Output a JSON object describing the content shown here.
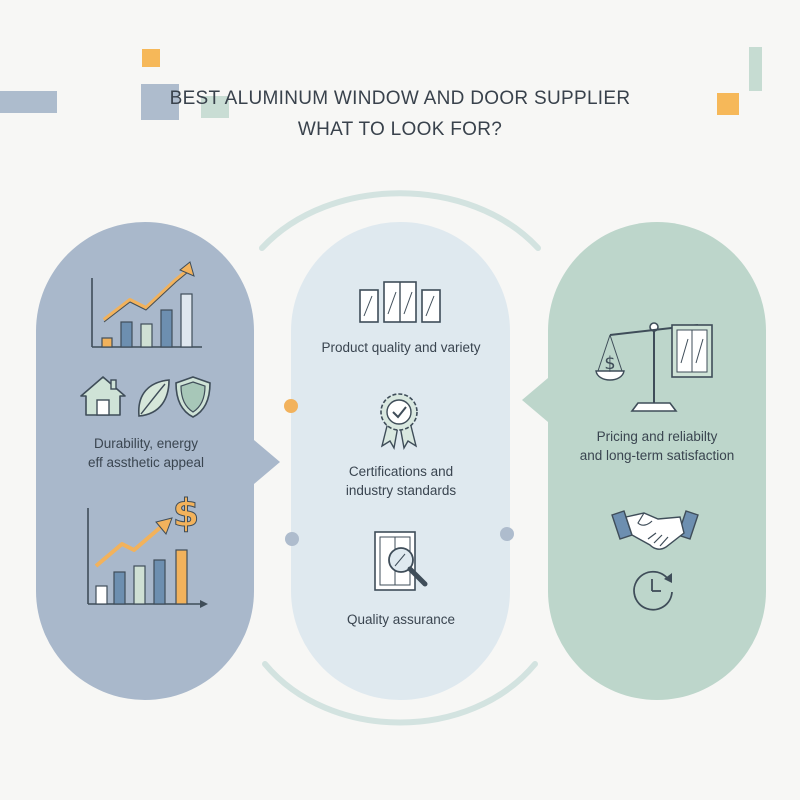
{
  "header": {
    "title_line1": "BEST ALUMINUM WINDOW AND DOOR SUPPLIER",
    "title_line2": "WHAT TO LOOK FOR?"
  },
  "colors": {
    "pill_left": "#a9b8cb",
    "pill_middle": "#dfe9ef",
    "pill_right": "#bdd6cb",
    "accent_orange": "#f2b25c",
    "accent_slate": "#a9b8cb",
    "accent_mint": "#c3dcd2",
    "icon_stroke": "#3f4d59"
  },
  "columns": {
    "left": {
      "icons": [
        "growth-chart-icon",
        "house-icon",
        "leaf-icon",
        "shield-icon",
        "dollar-growth-chart-icon"
      ],
      "label_line1": "Durability, energy",
      "label_line2": "eff assthetic appeal"
    },
    "middle": {
      "icons": [
        "windows-icon",
        "certification-badge-icon",
        "magnifier-window-icon"
      ],
      "product_label": "Product quality and variety",
      "cert_label_line1": "Certifications and",
      "cert_label_line2": "industry standards",
      "qa_label": "Quality assurance"
    },
    "right": {
      "icons": [
        "scale-window-icon",
        "handshake-icon",
        "clock-icon"
      ],
      "label_line1": "Pricing and reliabilty",
      "label_line2": "and long-term satisfaction"
    }
  }
}
